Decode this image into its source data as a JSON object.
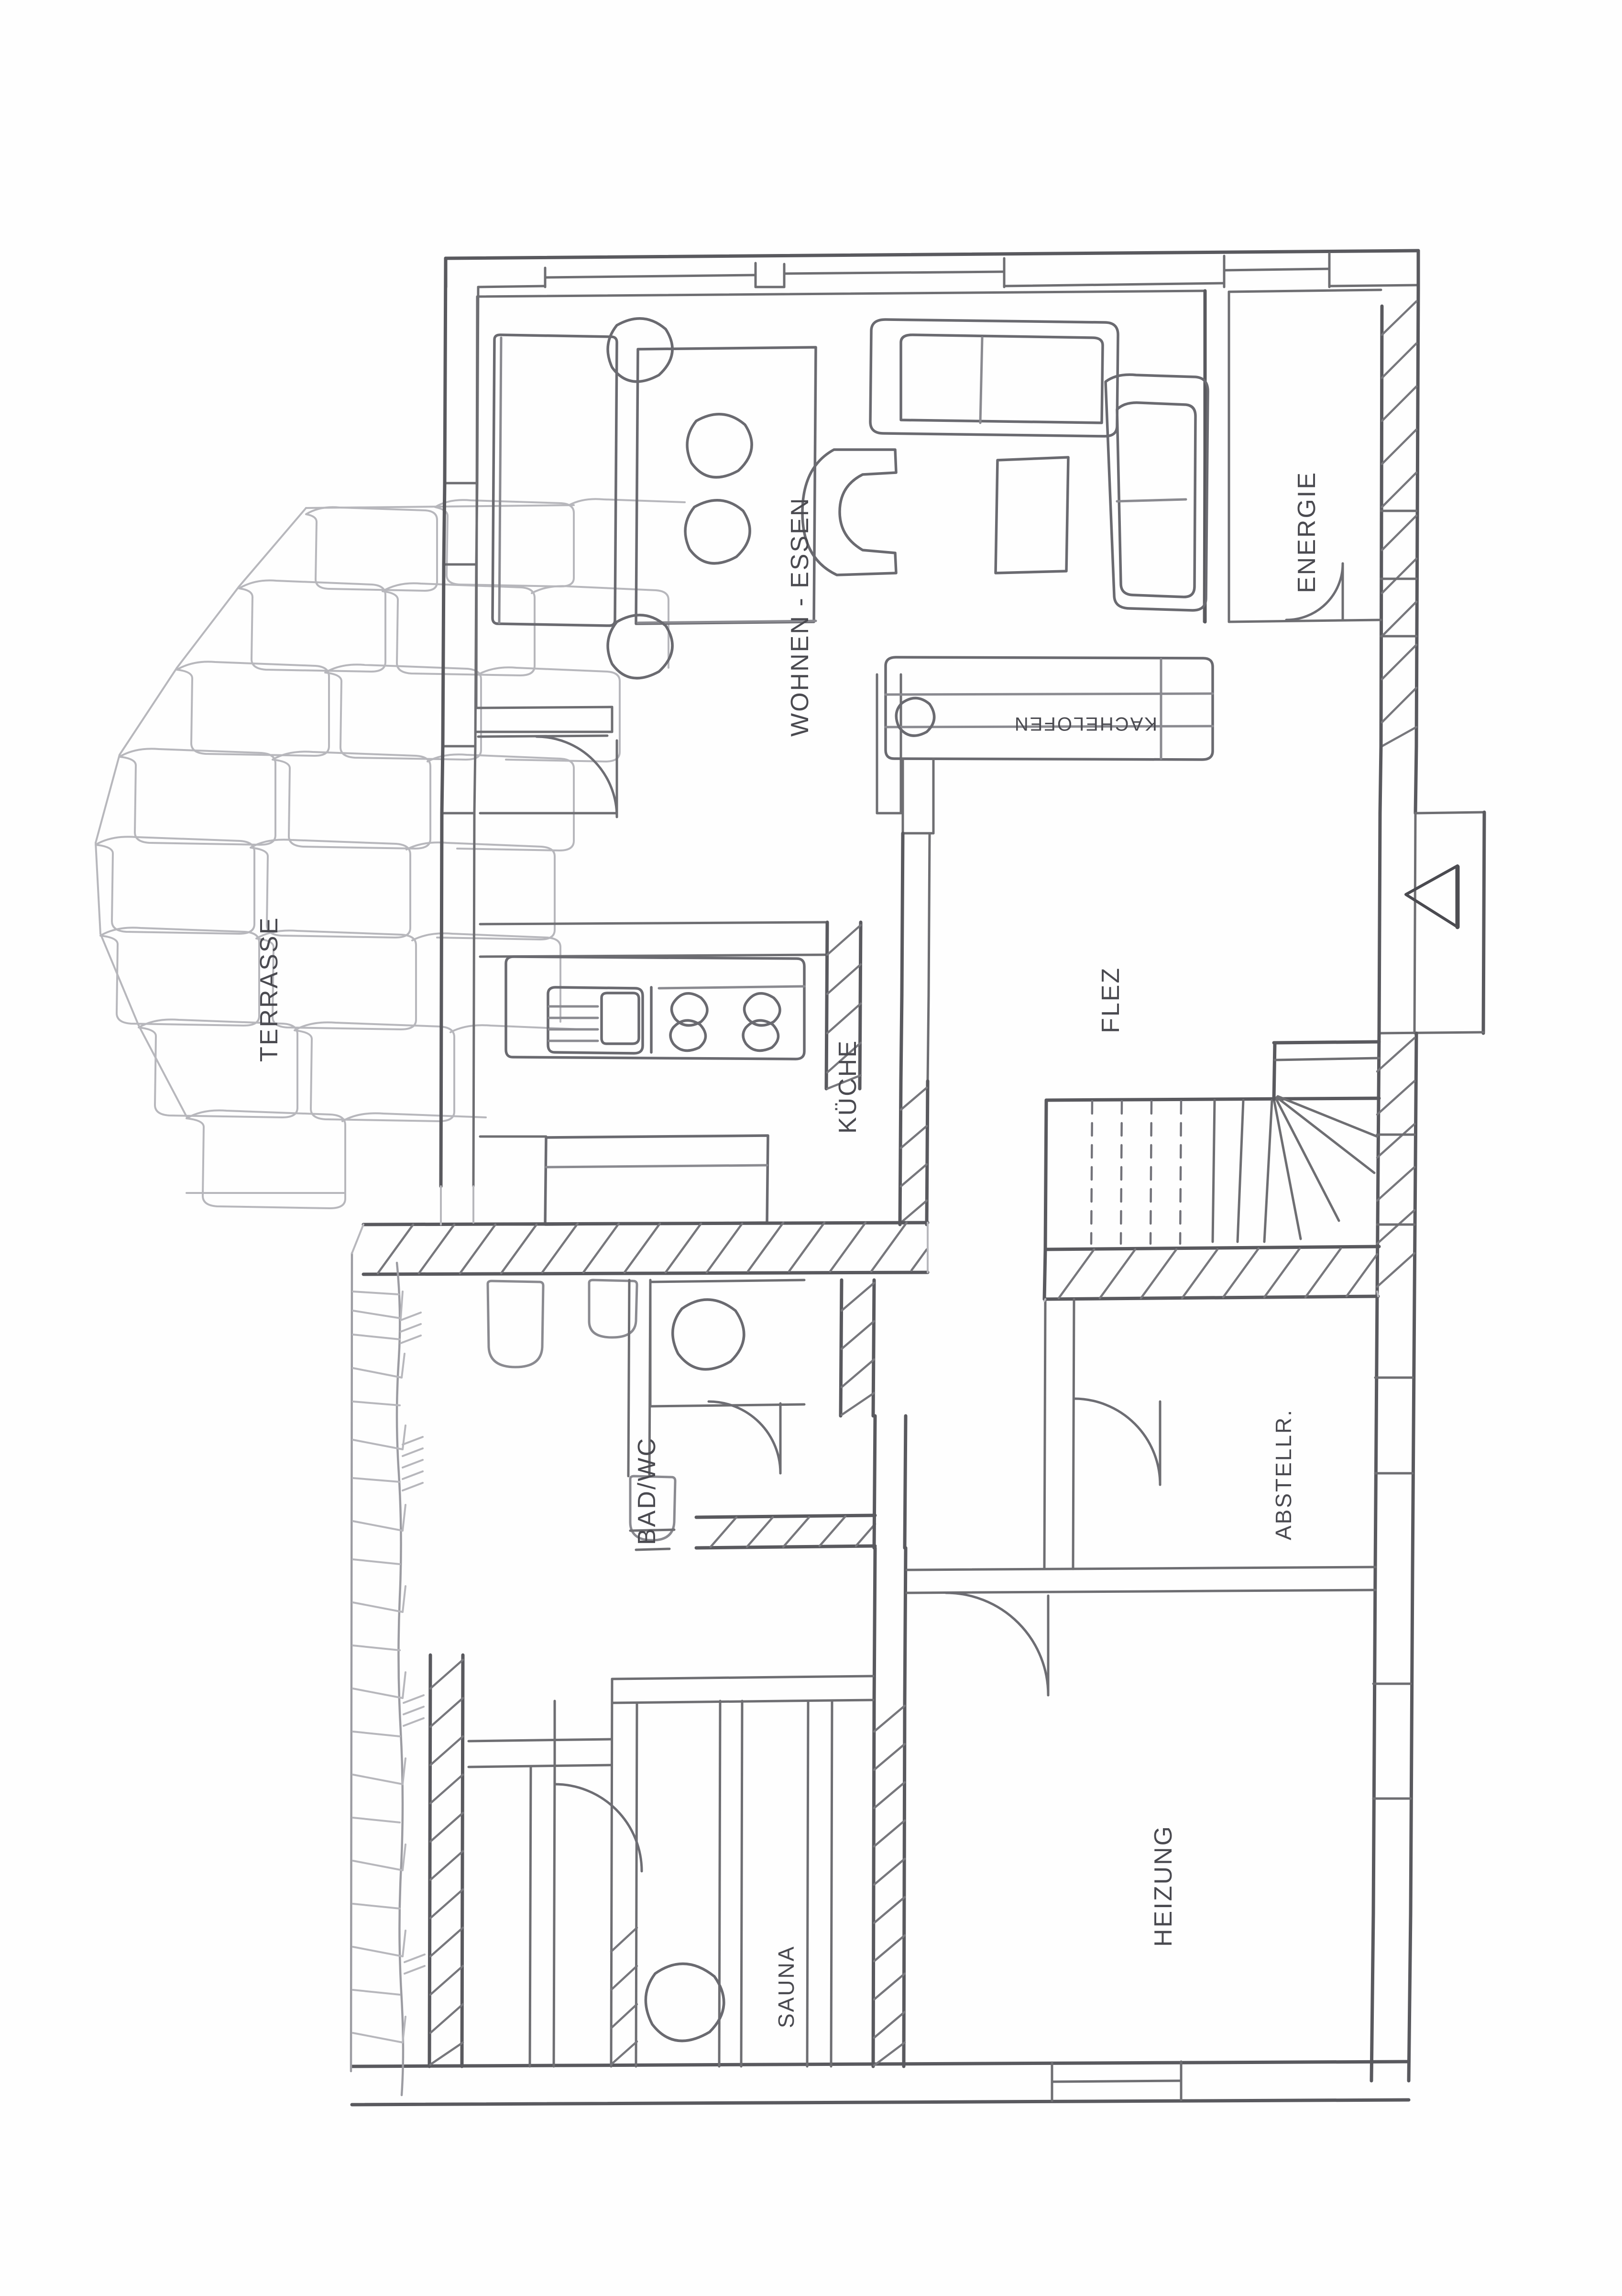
{
  "document": {
    "kind": "hand-drawn-architectural-floor-plan",
    "medium": "pencil sketch on white paper",
    "language": "de",
    "orientation": "labels rotated 90 degrees counter-clockwise (read bottom-to-top)"
  },
  "rooms": [
    {
      "id": "wohnen-essen",
      "label": "WOHNEN - ESSEN",
      "level": "upper",
      "rotation": -90
    },
    {
      "id": "energie",
      "label": "ENERGIE",
      "level": "upper",
      "rotation": -90
    },
    {
      "id": "kachelofen",
      "label": "KACHELOFEN",
      "level": "upper",
      "rotation": 180
    },
    {
      "id": "flez",
      "label": "FLEZ",
      "level": "upper",
      "rotation": -90
    },
    {
      "id": "kueche",
      "label": "KÜCHE",
      "level": "upper",
      "rotation": -90
    },
    {
      "id": "terrasse",
      "label": "TERRASSE",
      "level": "upper",
      "rotation": -90
    },
    {
      "id": "bad-wc",
      "label": "BAD/WC",
      "level": "lower",
      "rotation": -90
    },
    {
      "id": "abstellr",
      "label": "ABSTELLR.",
      "level": "lower",
      "rotation": -90
    },
    {
      "id": "heizung",
      "label": "HEIZUNG",
      "level": "lower",
      "rotation": -90
    },
    {
      "id": "sauna",
      "label": "SAUNA",
      "level": "lower",
      "rotation": -90
    }
  ],
  "annotations": {
    "entrance_marker": "entrance-arrow",
    "stair_marker": "winder-staircase"
  },
  "furniture": [
    {
      "id": "dining-table",
      "room": "wohnen-essen",
      "type": "table"
    },
    {
      "id": "dining-chairs",
      "room": "wohnen-essen",
      "type": "chairs",
      "count": 4
    },
    {
      "id": "sideboard",
      "room": "wohnen-essen",
      "type": "cabinet"
    },
    {
      "id": "sofa",
      "room": "wohnen-essen",
      "type": "sofa"
    },
    {
      "id": "armchair-left",
      "room": "wohnen-essen",
      "type": "armchair"
    },
    {
      "id": "armchair-right",
      "room": "wohnen-essen",
      "type": "armchair"
    },
    {
      "id": "coffee-table",
      "room": "wohnen-essen",
      "type": "table"
    },
    {
      "id": "tiled-stove",
      "room": "kachelofen",
      "type": "stove"
    },
    {
      "id": "kitchen-counter",
      "room": "kueche",
      "type": "counter"
    },
    {
      "id": "cooktop",
      "room": "kueche",
      "type": "hob"
    },
    {
      "id": "sink-double",
      "room": "kueche",
      "type": "sink"
    },
    {
      "id": "kitchen-table",
      "room": "kueche",
      "type": "table"
    },
    {
      "id": "washbasin-a",
      "room": "bad-wc",
      "type": "washbasin"
    },
    {
      "id": "washbasin-b",
      "room": "bad-wc",
      "type": "washbasin"
    },
    {
      "id": "bathtub",
      "room": "bad-wc",
      "type": "bathtub"
    },
    {
      "id": "toilet",
      "room": "bad-wc",
      "type": "toilet"
    },
    {
      "id": "shower-tray",
      "room": "sauna",
      "type": "shower"
    },
    {
      "id": "sauna-bench",
      "room": "sauna",
      "type": "bench"
    }
  ],
  "colors": {
    "paper": "#fefefe",
    "pencil_dark": "#4a4a50",
    "pencil_mid": "#6e6e72",
    "pencil_light": "#b7b7bc"
  }
}
